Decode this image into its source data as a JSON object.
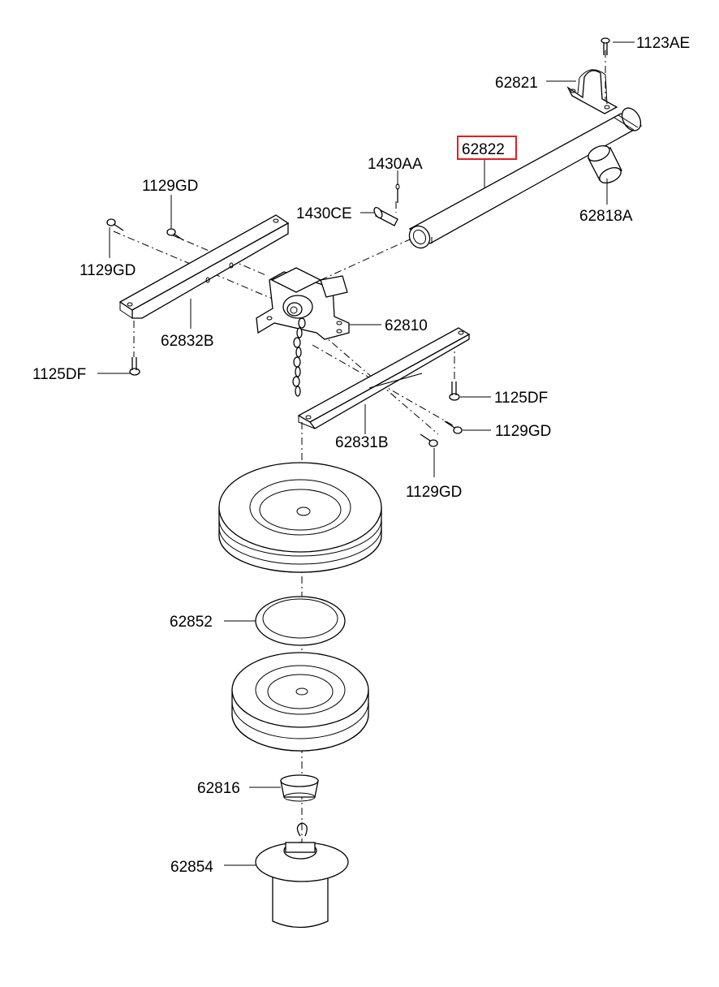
{
  "labels": {
    "p1123AE": "1123AE",
    "p62821": "62821",
    "p62822": "62822",
    "p1430AA": "1430AA",
    "p62818A": "62818A",
    "p1129GD_a": "1129GD",
    "p1430CE": "1430CE",
    "p1129GD_b": "1129GD",
    "p62810": "62810",
    "p62832B": "62832B",
    "p1125DF_a": "1125DF",
    "p1125DF_b": "1125DF",
    "p1129GD_c": "1129GD",
    "p62831B": "62831B",
    "p1129GD_d": "1129GD",
    "p62852": "62852",
    "p62816": "62816",
    "p62854": "62854"
  },
  "highlight": {
    "part": "62822",
    "color": "#e0201e"
  }
}
